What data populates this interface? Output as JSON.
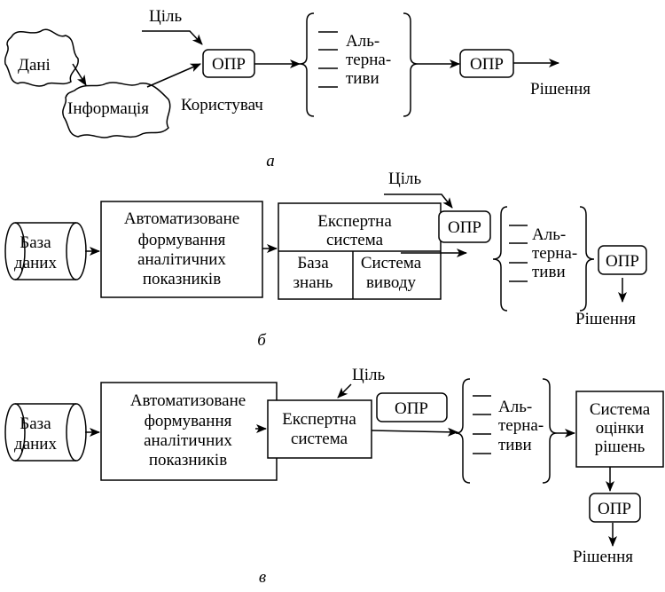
{
  "labels": {
    "goal": "Ціль",
    "data": "Дані",
    "information": "Інформація",
    "dm": "ОПР",
    "user": "Користувач",
    "alt1": "Аль-",
    "alt2": "терна-",
    "alt3": "тиви",
    "decision": "Рішення",
    "db1": "База",
    "db2": "даних",
    "auto1": "Автоматизоване",
    "auto2": "формування",
    "auto3": "аналітичних",
    "auto4": "показників",
    "expert1": "Експертна",
    "expert2": "система",
    "kb1": "База",
    "kb2": "знань",
    "out1": "Система",
    "out2": "виводу",
    "eval1": "Система",
    "eval2": "оцінки",
    "eval3": "рішень"
  },
  "captions": {
    "a": "а",
    "b": "б",
    "c": "в"
  }
}
